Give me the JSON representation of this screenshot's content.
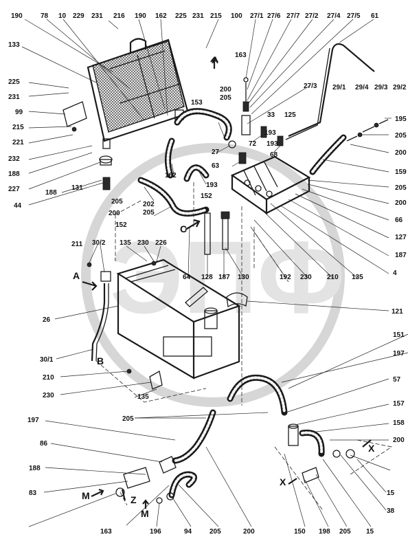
{
  "watermark": {
    "letters": "ЭПФ"
  },
  "section_letters": [
    "A",
    "A",
    "B",
    "C",
    "M",
    "M",
    "Z",
    "X",
    "X"
  ],
  "callouts": [
    "190",
    "78",
    "10",
    "229",
    "231",
    "216",
    "190",
    "162",
    "225",
    "231",
    "215",
    "100",
    "27/1",
    "27/6",
    "27/7",
    "27/2",
    "27/4",
    "27/5",
    "61",
    "133",
    "163",
    "225",
    "231",
    "200",
    "205",
    "27/3",
    "99",
    "153",
    "29/1",
    "29/4",
    "29/3",
    "29/2",
    "215",
    "33",
    "125",
    "195",
    "221",
    "193",
    "205",
    "232",
    "27",
    "72",
    "193",
    "68",
    "200",
    "188",
    "63",
    "159",
    "227",
    "162",
    "193",
    "205",
    "44",
    "188",
    "131",
    "205",
    "200",
    "202",
    "205",
    "152",
    "66",
    "200",
    "152",
    "127",
    "187",
    "211",
    "30/2",
    "135",
    "230",
    "226",
    "64",
    "128",
    "187",
    "130",
    "192",
    "230",
    "210",
    "135",
    "4",
    "121",
    "26",
    "151",
    "30/1",
    "197",
    "210",
    "230",
    "135",
    "57",
    "157",
    "205",
    "158",
    "197",
    "200",
    "86",
    "188",
    "83",
    "163",
    "196",
    "94",
    "205",
    "200",
    "150",
    "198",
    "205",
    "15",
    "15",
    "38"
  ]
}
